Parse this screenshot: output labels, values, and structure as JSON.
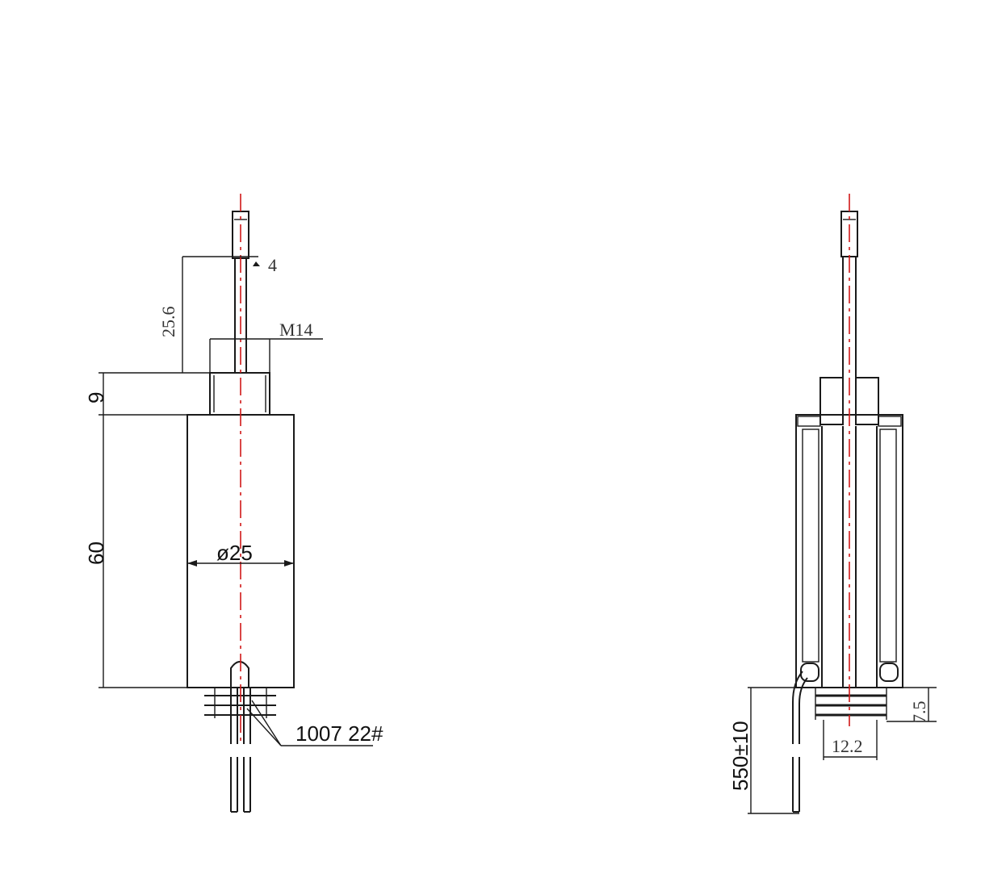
{
  "left_view": {
    "dim_shaft_diameter": "4",
    "dim_stroke": "25.6",
    "dim_thread": "M14",
    "dim_nut_height": "9",
    "dim_body_length": "60",
    "dim_body_diameter": "ø25",
    "dim_wire": "1007  22#"
  },
  "right_view": {
    "dim_spring_height": "7.5",
    "dim_spring_diameter": "12.2",
    "dim_lead_length": "550±10"
  },
  "colors": {
    "outline": "#1a1a1a",
    "centerline": "#d01818",
    "background": "#ffffff"
  }
}
